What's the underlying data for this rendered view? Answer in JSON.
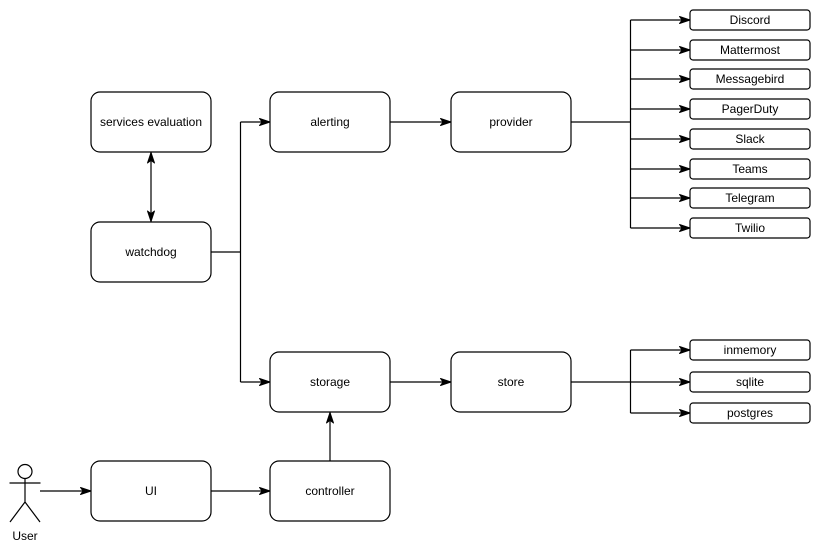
{
  "diagram": {
    "colors": {
      "background": "#ffffff",
      "node_fill": "#ffffff",
      "stroke": "#000000",
      "text": "#000000"
    },
    "nodes": {
      "services_evaluation": {
        "label": "services evaluation"
      },
      "watchdog": {
        "label": "watchdog"
      },
      "alerting": {
        "label": "alerting"
      },
      "provider": {
        "label": "provider"
      },
      "storage": {
        "label": "storage"
      },
      "store": {
        "label": "store"
      },
      "ui": {
        "label": "UI"
      },
      "controller": {
        "label": "controller"
      }
    },
    "actor": {
      "label": "User"
    },
    "alert_providers": [
      {
        "label": "Discord"
      },
      {
        "label": "Mattermost"
      },
      {
        "label": "Messagebird"
      },
      {
        "label": "PagerDuty"
      },
      {
        "label": "Slack"
      },
      {
        "label": "Teams"
      },
      {
        "label": "Telegram"
      },
      {
        "label": "Twilio"
      }
    ],
    "store_backends": [
      {
        "label": "inmemory"
      },
      {
        "label": "sqlite"
      },
      {
        "label": "postgres"
      }
    ]
  }
}
